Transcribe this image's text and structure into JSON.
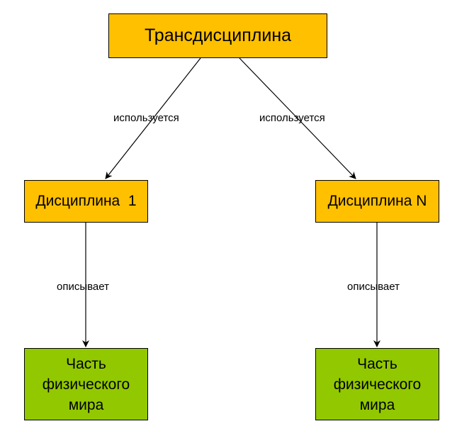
{
  "colors": {
    "orange_fill": "#FFC000",
    "green_fill": "#92C800",
    "stroke": "#000000"
  },
  "nodes": {
    "root": "Трансдисциплина",
    "discipline_1": "Дисциплина  1",
    "discipline_n": "Дисциплина N",
    "world_part_1": "Часть физического мира",
    "world_part_n": "Часть физического мира"
  },
  "edges": {
    "uses_1": "используется",
    "uses_n": "используется",
    "describes_1": "описывает",
    "describes_n": "описывает"
  }
}
